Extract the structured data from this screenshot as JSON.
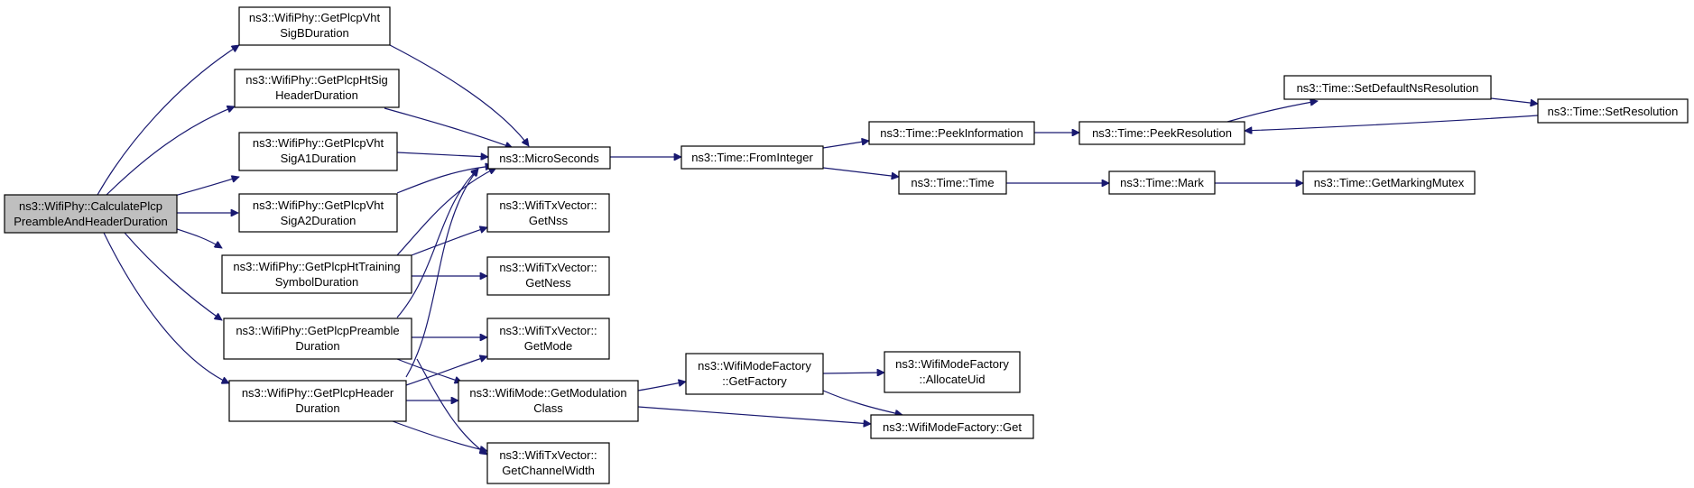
{
  "graph": {
    "nodes": {
      "root": [
        "ns3::WifiPhy::CalculatePlcp",
        "PreambleAndHeaderDuration"
      ],
      "vhtSigB": [
        "ns3::WifiPhy::GetPlcpVht",
        "SigBDuration"
      ],
      "htSig": [
        "ns3::WifiPhy::GetPlcpHtSig",
        "HeaderDuration"
      ],
      "vhtSigA1": [
        "ns3::WifiPhy::GetPlcpVht",
        "SigA1Duration"
      ],
      "vhtSigA2": [
        "ns3::WifiPhy::GetPlcpVht",
        "SigA2Duration"
      ],
      "htTraining": [
        "ns3::WifiPhy::GetPlcpHtTraining",
        "SymbolDuration"
      ],
      "preamble": [
        "ns3::WifiPhy::GetPlcpPreamble",
        "Duration"
      ],
      "header": [
        "ns3::WifiPhy::GetPlcpHeader",
        "Duration"
      ],
      "microSeconds": [
        "ns3::MicroSeconds"
      ],
      "getNss": [
        "ns3::WifiTxVector::",
        "GetNss"
      ],
      "getNess": [
        "ns3::WifiTxVector::",
        "GetNess"
      ],
      "getMode": [
        "ns3::WifiTxVector::",
        "GetMode"
      ],
      "modClass": [
        "ns3::WifiMode::GetModulation",
        "Class"
      ],
      "channelWidth": [
        "ns3::WifiTxVector::",
        "GetChannelWidth"
      ],
      "fromInteger": [
        "ns3::Time::FromInteger"
      ],
      "peekInfo": [
        "ns3::Time::PeekInformation"
      ],
      "timeTime": [
        "ns3::Time::Time"
      ],
      "peekRes": [
        "ns3::Time::PeekResolution"
      ],
      "setDefault": [
        "ns3::Time::SetDefaultNsResolution"
      ],
      "setRes": [
        "ns3::Time::SetResolution"
      ],
      "mark": [
        "ns3::Time::Mark"
      ],
      "markingMutex": [
        "ns3::Time::GetMarkingMutex"
      ],
      "getFactory": [
        "ns3::WifiModeFactory",
        "::GetFactory"
      ],
      "allocUid": [
        "ns3::WifiModeFactory",
        "::AllocateUid"
      ],
      "factoryGet": [
        "ns3::WifiModeFactory::Get"
      ]
    }
  }
}
